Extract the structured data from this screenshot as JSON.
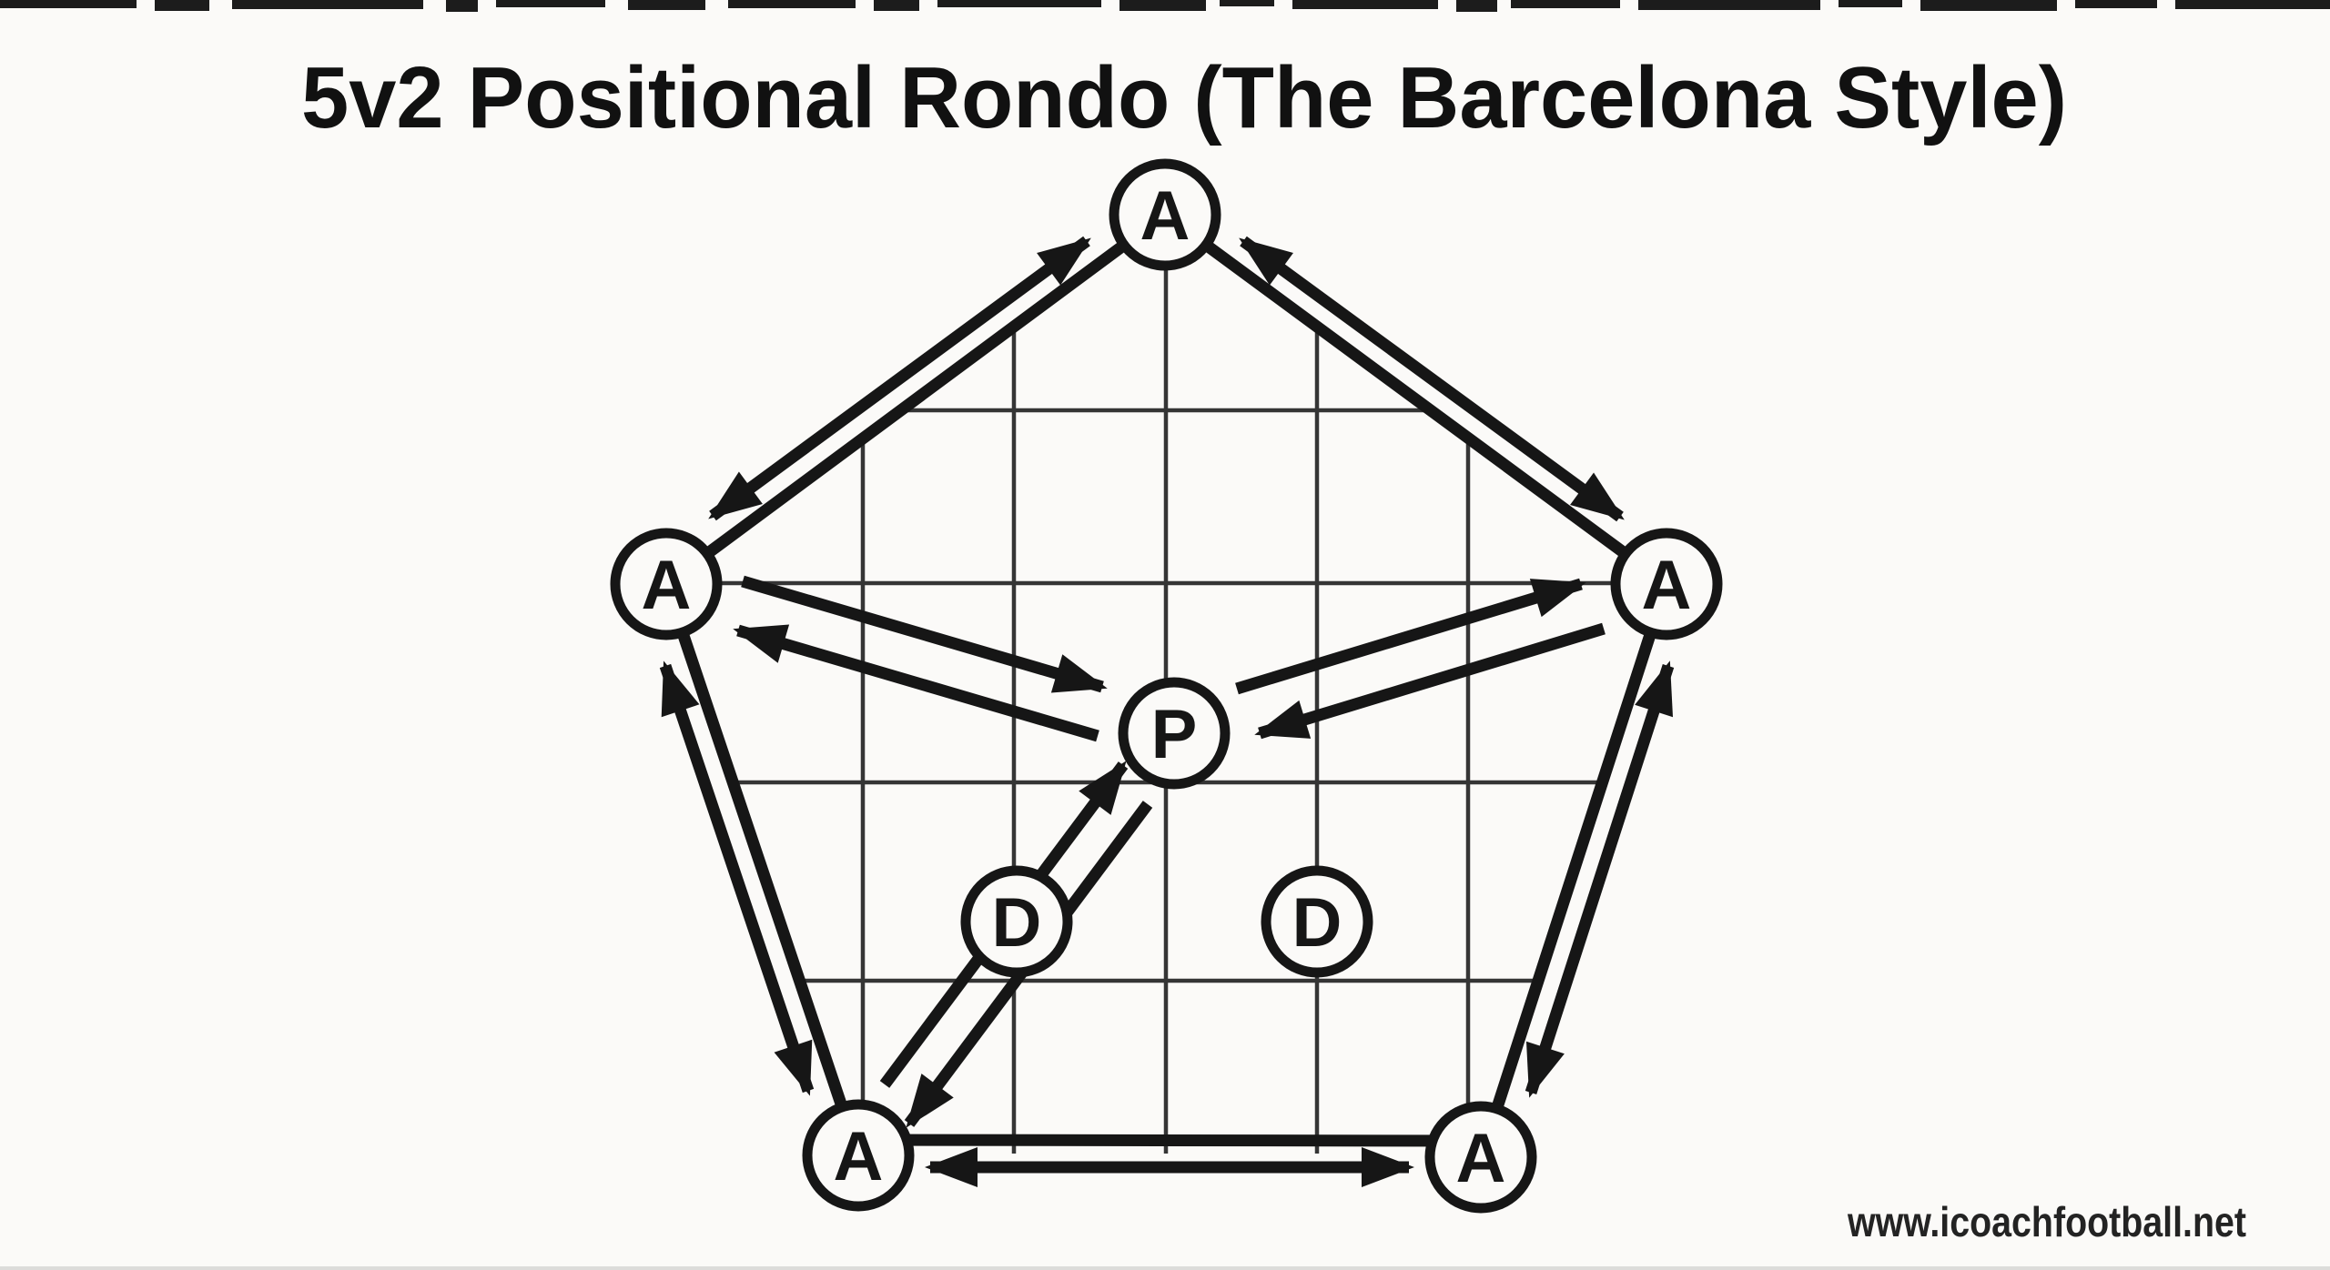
{
  "title": "5v2 Positional Rondo (The Barcelona Style)",
  "watermark": "www.icoachfootball.net",
  "colors": {
    "background": "#fbfaf8",
    "ink": "#161616",
    "grid": "#353535"
  },
  "nodes": [
    {
      "id": "attacker-top",
      "label": "A",
      "role": "attacker"
    },
    {
      "id": "attacker-left",
      "label": "A",
      "role": "attacker"
    },
    {
      "id": "attacker-right",
      "label": "A",
      "role": "attacker"
    },
    {
      "id": "attacker-bottom-left",
      "label": "A",
      "role": "attacker"
    },
    {
      "id": "attacker-bottom-right",
      "label": "A",
      "role": "attacker"
    },
    {
      "id": "pivot-center",
      "label": "P",
      "role": "pivot"
    },
    {
      "id": "defender-left",
      "label": "D",
      "role": "defender"
    },
    {
      "id": "defender-right",
      "label": "D",
      "role": "defender"
    }
  ],
  "connections": [
    {
      "from": "attacker-left",
      "to": "attacker-top",
      "type": "two-way-pass"
    },
    {
      "from": "attacker-top",
      "to": "attacker-right",
      "type": "two-way-pass"
    },
    {
      "from": "attacker-left",
      "to": "attacker-bottom-left",
      "type": "two-way-pass"
    },
    {
      "from": "attacker-right",
      "to": "attacker-bottom-right",
      "type": "two-way-pass"
    },
    {
      "from": "attacker-bottom-left",
      "to": "attacker-bottom-right",
      "type": "two-way-pass"
    },
    {
      "from": "attacker-left",
      "to": "pivot-center",
      "type": "two-way-pass"
    },
    {
      "from": "attacker-right",
      "to": "pivot-center",
      "type": "two-way-pass"
    },
    {
      "from": "attacker-bottom-left",
      "to": "pivot-center",
      "type": "two-way-pass"
    }
  ]
}
